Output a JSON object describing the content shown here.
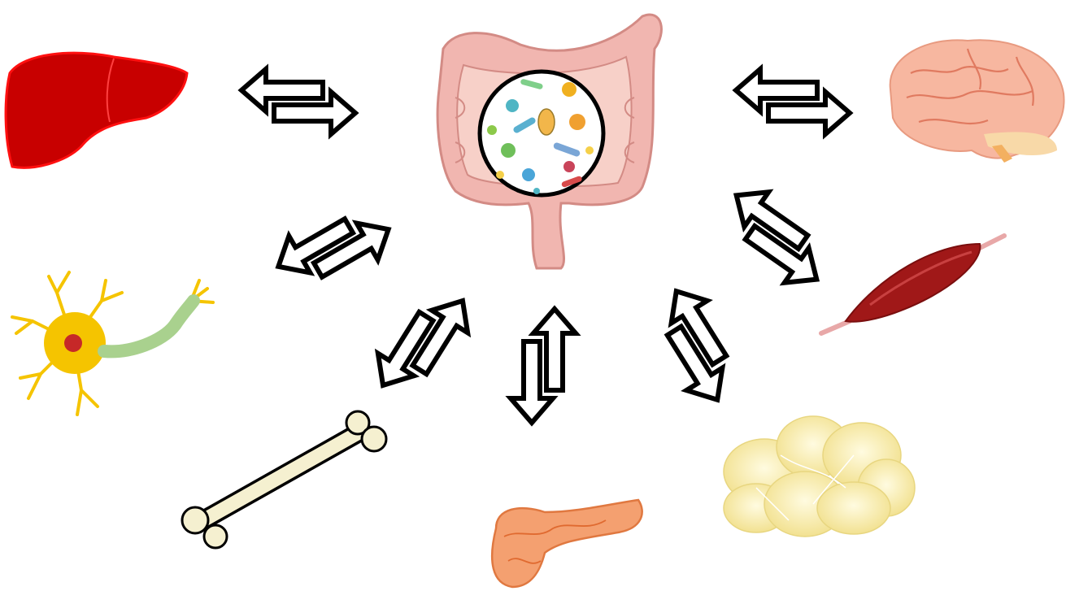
{
  "diagram": {
    "hub": {
      "name": "gut-microbiota",
      "colors": {
        "intestine": "#f0b3b3",
        "outline": "#d98c8c",
        "lens_border": "#000000"
      }
    },
    "organs": [
      {
        "name": "liver",
        "color": "#c80000"
      },
      {
        "name": "brain",
        "color": "#f7b7a0"
      },
      {
        "name": "neuron",
        "color": "#f5c400"
      },
      {
        "name": "skeletal-muscle",
        "color": "#a01818"
      },
      {
        "name": "bone",
        "color": "#f5f0d0"
      },
      {
        "name": "pancreas",
        "color": "#f4a070"
      },
      {
        "name": "adipose-tissue",
        "color": "#f7eba0"
      }
    ],
    "connections": [
      {
        "from": "gut-microbiota",
        "to": "liver",
        "type": "bidirectional"
      },
      {
        "from": "gut-microbiota",
        "to": "brain",
        "type": "bidirectional"
      },
      {
        "from": "gut-microbiota",
        "to": "neuron",
        "type": "bidirectional"
      },
      {
        "from": "gut-microbiota",
        "to": "skeletal-muscle",
        "type": "bidirectional"
      },
      {
        "from": "gut-microbiota",
        "to": "bone",
        "type": "bidirectional"
      },
      {
        "from": "gut-microbiota",
        "to": "pancreas",
        "type": "bidirectional"
      },
      {
        "from": "gut-microbiota",
        "to": "adipose-tissue",
        "type": "bidirectional"
      }
    ]
  }
}
